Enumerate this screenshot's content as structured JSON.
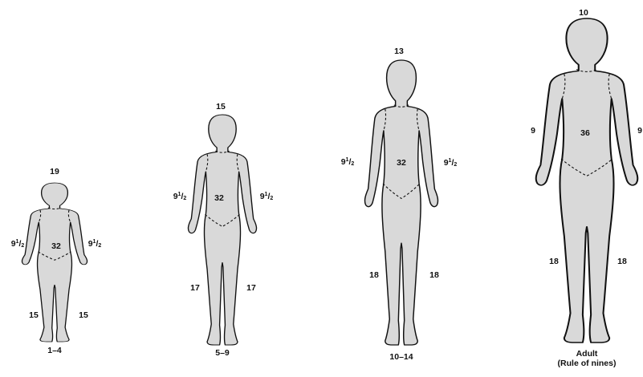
{
  "figures": [
    {
      "age_label": "1–4",
      "regions": {
        "head": "19",
        "arm_left": "9",
        "arm_right": "9",
        "trunk": "32",
        "leg_left": "15",
        "leg_right": "15"
      }
    },
    {
      "age_label": "5–9",
      "regions": {
        "head": "15",
        "arm_left": "9",
        "arm_right": "9",
        "trunk": "32",
        "leg_left": "17",
        "leg_right": "17"
      }
    },
    {
      "age_label": "10–14",
      "regions": {
        "head": "13",
        "arm_left": "9",
        "arm_right": "9",
        "trunk": "32",
        "leg_left": "18",
        "leg_right": "18"
      }
    },
    {
      "age_label": "Adult",
      "age_sublabel": "(Rule of nines)",
      "regions": {
        "head": "10",
        "arm_left": "9",
        "arm_right": "9",
        "trunk": "36",
        "leg_left": "18",
        "leg_right": "18"
      }
    }
  ],
  "fraction": {
    "numerator": "1",
    "denominator": "2"
  },
  "colors": {
    "body_fill": "#d9d9d9",
    "outline": "#111111",
    "background": "#ffffff"
  }
}
